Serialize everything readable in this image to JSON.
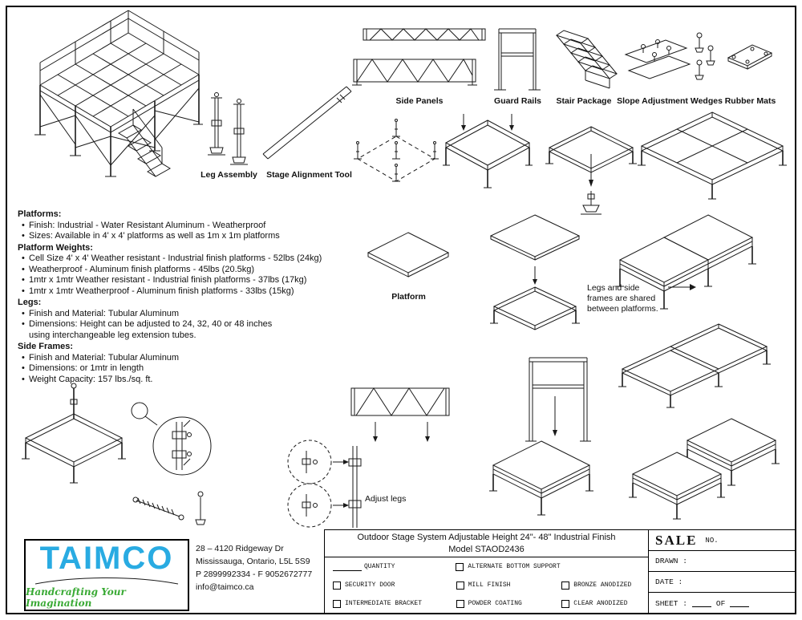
{
  "component_labels": {
    "side_panels": "Side Panels",
    "guard_rails": "Guard Rails",
    "stair_package": "Stair Package",
    "slope_adjustment_wedges": "Slope Adjustment Wedges",
    "rubber_mats": "Rubber Mats",
    "leg_assembly": "Leg Assembly",
    "stage_alignment_tool": "Stage Alignment Tool",
    "platform": "Platform"
  },
  "annotations": {
    "shared_note": "Legs and side frames are shared between platforms.",
    "adjust_legs": "Adjust legs"
  },
  "specs": {
    "sections": [
      {
        "title": "Platforms:",
        "items": [
          "Finish: Industrial - Water Resistant Aluminum - Weatherproof",
          "Sizes: Available in 4' x 4' platforms as well as 1m x 1m platforms"
        ]
      },
      {
        "title": "Platform Weights:",
        "items": [
          "Cell Size 4' x 4' Weather resistant - Industrial finish platforms - 52lbs (24kg)",
          "Weatherproof - Aluminum finish platforms - 45lbs (20.5kg)",
          "1mtr x 1mtr Weather resistant - Industrial finish platforms - 37lbs (17kg)",
          "1mtr x 1mtr Weatherproof - Aluminum finish platforms - 33lbs (15kg)"
        ]
      },
      {
        "title": "Legs:",
        "items": [
          "Finish and Material: Tubular Aluminum",
          "Dimensions: Height can be adjusted to 24, 32, 40 or 48 inches using interchangeable leg extension tubes."
        ]
      },
      {
        "title": "Side Frames:",
        "items": [
          "Finish and Material: Tubular Aluminum",
          "Dimensions: or 1mtr in length",
          "Weight Capacity: 157 lbs./sq. ft."
        ]
      }
    ]
  },
  "title_block": {
    "logo_text": "TAIMCO",
    "tagline": "Handcrafting Your Imagination",
    "address": [
      "28 – 4120 Ridgeway Dr",
      "Mississauga, Ontario, L5L 5S9",
      "P 2899992334 - F 9052672777",
      "info@taimco.ca"
    ],
    "title_line1": "Outdoor Stage System Adjustable Height 24\"- 48\" Industrial Finish",
    "title_line2": "Model STAOD2436",
    "options": {
      "quantity": "QUANTITY",
      "security_door": "SECURITY DOOR",
      "intermediate_bracket": "INTERMEDIATE BRACKET",
      "alternate_bottom_support": "ALTERNATE BOTTOM SUPPORT",
      "mill_finish": "MILL FINISH",
      "powder_coating": "POWDER COATING",
      "bronze_anodized": "BRONZE ANODIZED",
      "clear_anodized": "CLEAR ANODIZED"
    },
    "sale_label": "SALE",
    "no_label": "NO.",
    "drawn_label": "DRAWN :",
    "date_label": "DATE :",
    "sheet_label": "SHEET :",
    "of_label": "OF"
  },
  "colors": {
    "logo_blue": "#29abe2",
    "logo_green": "#3aaa35",
    "line": "#1a1a1a"
  }
}
